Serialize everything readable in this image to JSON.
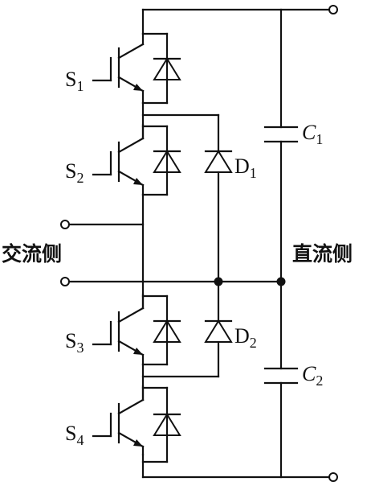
{
  "labels": {
    "s1": "S",
    "s1_sub": "1",
    "s2": "S",
    "s2_sub": "2",
    "s3": "S",
    "s3_sub": "3",
    "s4": "S",
    "s4_sub": "4",
    "d1": "D",
    "d1_sub": "1",
    "d2": "D",
    "d2_sub": "2",
    "c1": "C",
    "c1_sub": "1",
    "c2": "C",
    "c2_sub": "2",
    "ac_side": "交流侧",
    "dc_side": "直流侧"
  },
  "colors": {
    "stroke": "#111111",
    "background": "#ffffff"
  }
}
